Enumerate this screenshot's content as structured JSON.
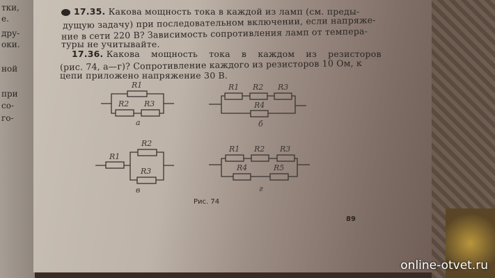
{
  "left_page_fragments": [
    "тки,",
    "е.",
    "дру-",
    "оки.",
    "ной",
    "при",
    "со-",
    "го-"
  ],
  "problem_1735": {
    "number": "17.35.",
    "lines": [
      "Какова мощность тока в каждой из ламп (см. преды-",
      "дущую задачу) при последовательном включении, если напряже-",
      "ние в сети 220 В? Зависимость сопротивления ламп от темпера-",
      "туры не учитывайте."
    ]
  },
  "problem_1736": {
    "number": "17.36.",
    "lines": [
      "Какова мощность тока в каждом из резисторов",
      "(рис. 74, а—г)? Сопротивление каждого из резисторов 10 Ом, к",
      "цепи приложено напряжение 30 В."
    ]
  },
  "figure": {
    "caption": "Рис. 74",
    "circuits": [
      {
        "label": "а",
        "resistors": [
          "R1",
          "R2",
          "R3"
        ]
      },
      {
        "label": "б",
        "resistors": [
          "R1",
          "R2",
          "R3",
          "R4"
        ]
      },
      {
        "label": "в",
        "resistors": [
          "R1",
          "R2",
          "R3"
        ]
      },
      {
        "label": "г",
        "resistors": [
          "R1",
          "R2",
          "R3",
          "R4",
          "R5"
        ]
      }
    ]
  },
  "page_number": "89",
  "watermark": "online-otvet.ru"
}
